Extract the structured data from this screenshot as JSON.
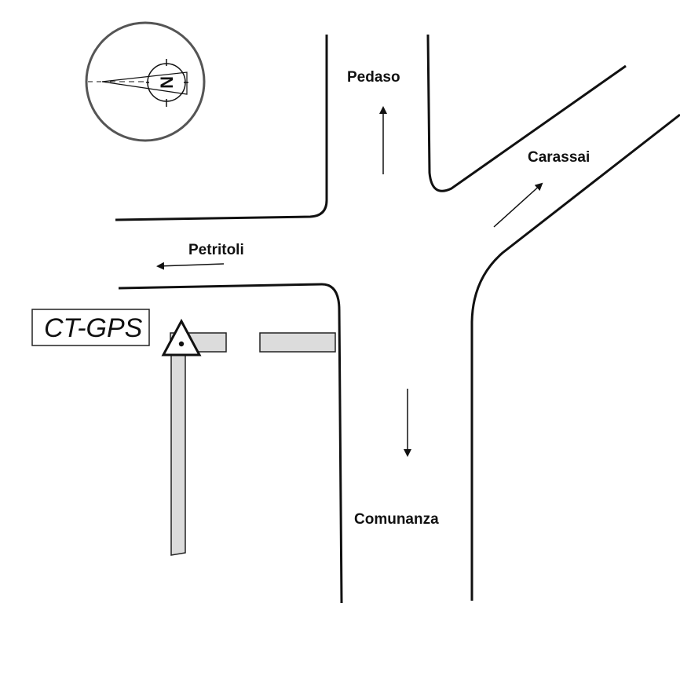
{
  "labels": {
    "pedaso": "Pedaso",
    "carassai": "Carassai",
    "petritoli": "Petritoli",
    "comunanza": "Comunanza",
    "station": "CT-GPS"
  },
  "compass": {
    "north_label": "N"
  }
}
